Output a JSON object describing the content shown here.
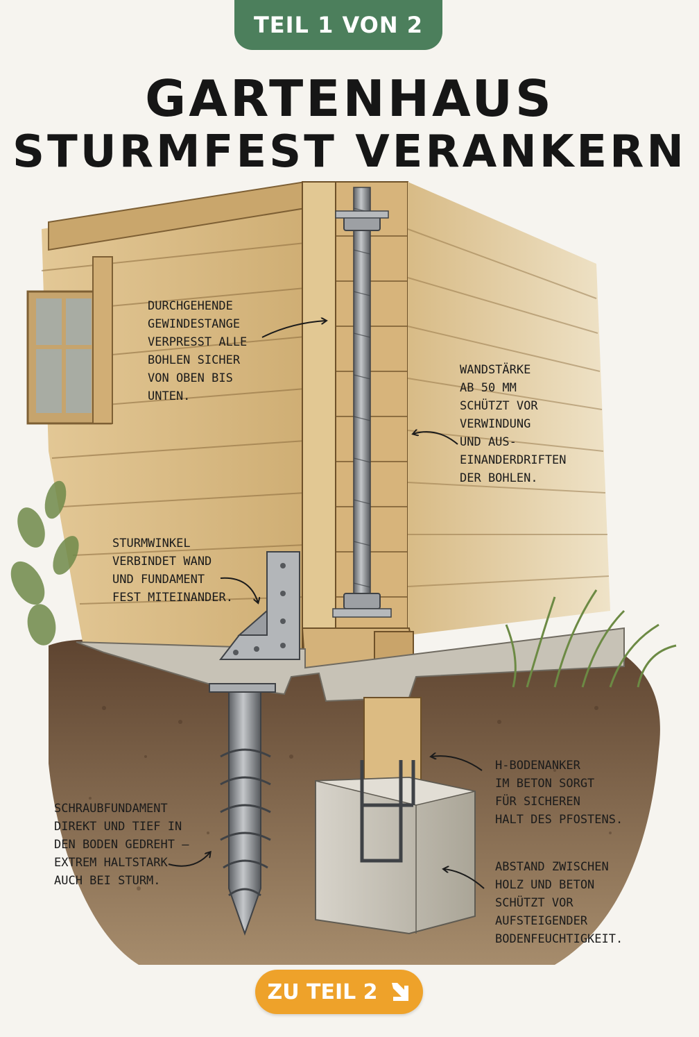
{
  "badge": "TEIL 1 VON 2",
  "title": {
    "line1": "GARTENHAUS",
    "line2": "STURMFEST VERANKERN"
  },
  "notes": {
    "threaded_rod": [
      "DURCHGEHENDE",
      "GEWINDESTANGE",
      "VERPRESST ALLE",
      "BOHLEN SICHER",
      "VON OBEN BIS",
      "UNTEN."
    ],
    "wall_thickness": [
      "WANDSTÄRKE",
      "AB 50 MM",
      "SCHÜTZT VOR",
      "VERWINDUNG",
      "UND AUS-",
      "EINANDERDRIFTEN",
      "DER BOHLEN."
    ],
    "storm_angle": [
      "STURMWINKEL",
      "VERBINDET WAND",
      "UND FUNDAMENT",
      "FEST MITEINANDER."
    ],
    "h_anchor": [
      "H-BODENANKER",
      "IM BETON SORGT",
      "FÜR SICHEREN",
      "HALT DES PFOSTENS."
    ],
    "screw_foundation": [
      "SCHRAUBFUNDAMENT",
      "DIREKT UND TIEF IN",
      "DEN BODEN GEDREHT –",
      "EXTREM HALTSTARK",
      "AUCH BEI STURM."
    ],
    "gap": [
      "ABSTAND ZWISCHEN",
      "HOLZ UND BETON",
      "SCHÜTZT VOR",
      "AUFSTEIGENDER",
      "BODENFEUCHTIGKEIT."
    ]
  },
  "cta": {
    "label": "ZU TEIL 2",
    "icon": "arrow-down-right-icon"
  },
  "colors": {
    "badge": "#4c7f5c",
    "cta": "#eea22a",
    "wood": "#d9bb86",
    "concrete": "#c9c4b8",
    "soil": "#6b5138",
    "steel": "#8c8f92"
  }
}
